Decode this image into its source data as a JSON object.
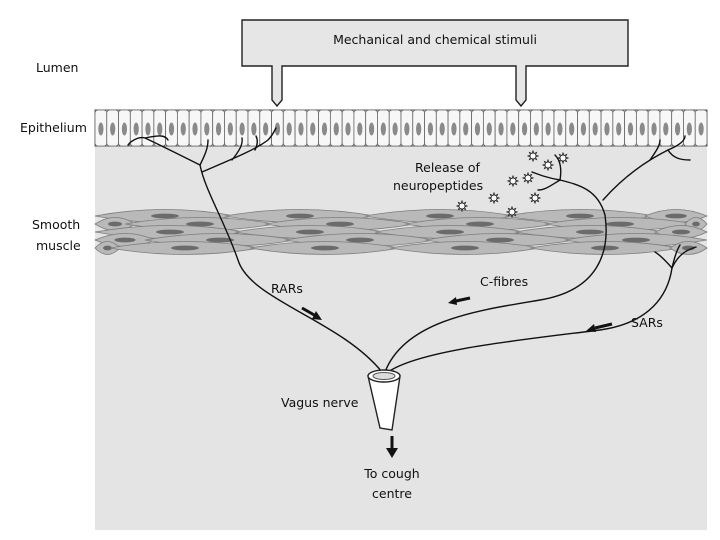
{
  "labels": {
    "stimuli": "Mechanical and chemical stimuli",
    "lumen": "Lumen",
    "epithelium": "Epithelium",
    "smooth_muscle_line1": "Smooth",
    "smooth_muscle_line2": "muscle",
    "release_line1": "Release of",
    "release_line2": "neuropeptides",
    "rars": "RARs",
    "c_fibres": "C-fibres",
    "sars": "SARs",
    "vagus_nerve": "Vagus nerve",
    "cough_line1": "To cough",
    "cough_line2": "centre"
  },
  "colors": {
    "tissue_background": "#e4e4e4",
    "epithelium_cell": "#f7f7f7",
    "nucleus": "#8a8a8a",
    "muscle": "#b9b9b9",
    "muscle_nucleus": "#6b6b6b",
    "nerve_line": "#111111",
    "stimuli_box": "#e6e6e6"
  }
}
